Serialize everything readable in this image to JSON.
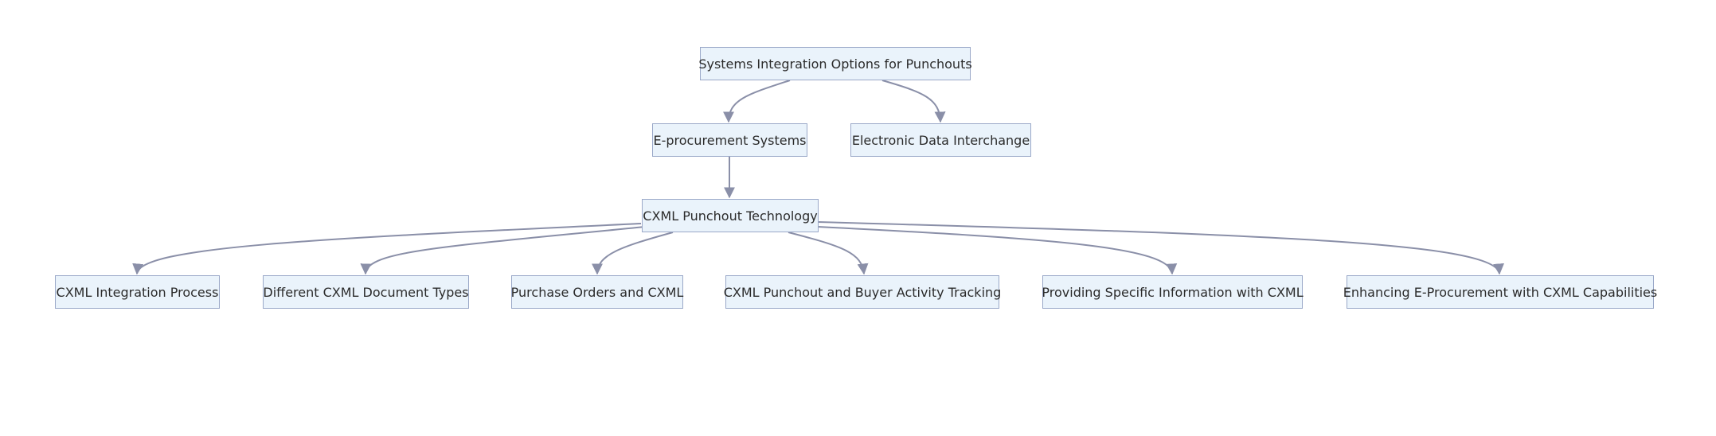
{
  "diagram": {
    "nodes": {
      "root": "Systems Integration Options for Punchouts",
      "eproc": "E-procurement Systems",
      "edi": "Electronic Data Interchange",
      "cxml_tech": "CXML Punchout Technology",
      "integration": "CXML Integration Process",
      "doc_types": "Different CXML Document Types",
      "purchase_orders": "Purchase Orders and CXML",
      "buyer_tracking": "CXML Punchout and Buyer Activity Tracking",
      "specific_info": "Providing Specific Information with CXML",
      "enhancing": "Enhancing E-Procurement with CXML Capabilities"
    },
    "edges": [
      [
        "root",
        "eproc"
      ],
      [
        "root",
        "edi"
      ],
      [
        "eproc",
        "cxml_tech"
      ],
      [
        "cxml_tech",
        "integration"
      ],
      [
        "cxml_tech",
        "doc_types"
      ],
      [
        "cxml_tech",
        "purchase_orders"
      ],
      [
        "cxml_tech",
        "buyer_tracking"
      ],
      [
        "cxml_tech",
        "specific_info"
      ],
      [
        "cxml_tech",
        "enhancing"
      ]
    ],
    "colors": {
      "node_fill": "#eaf3fb",
      "node_border": "#9aa8c8",
      "edge": "#8a8fa8",
      "text": "#2b2b2b"
    }
  }
}
